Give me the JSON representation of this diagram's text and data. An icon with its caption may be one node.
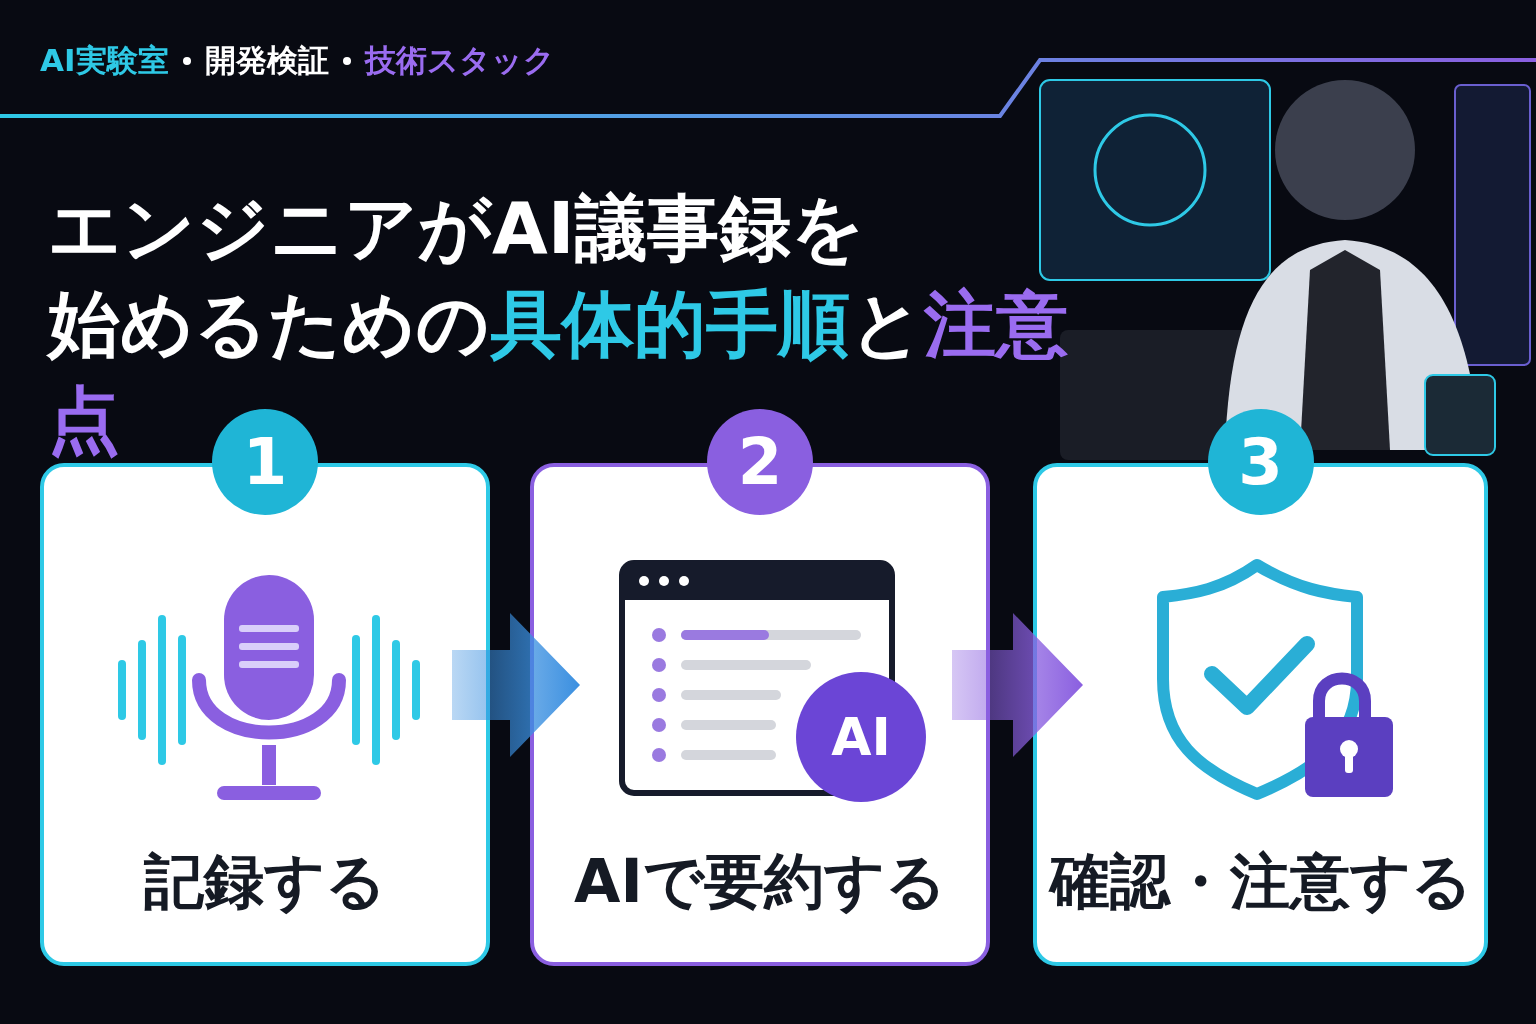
{
  "diagram": {
    "title": "エンジニアがAI議事録を始めるための**具体的手順**と**注意点**",
    "nodes": [
      {
        "text": [
          "1",
          "記録する"
        ]
      },
      {
        "text": [
          "2",
          "AIで要約する"
        ]
      },
      {
        "text": [
          "3",
          "確認・注意する"
        ]
      }
    ],
    "edges": [
      {
        "from": 0,
        "to": 1,
        "arrow": "to",
        "color": "#3a8fe0"
      },
      {
        "from": 1,
        "to": 2,
        "arrow": "to",
        "color": "#8a5fe0"
      }
    ],
    "labels": [
      "AI実験室",
      "開発検証",
      "技術スタック",
      "AI"
    ]
  }
}
